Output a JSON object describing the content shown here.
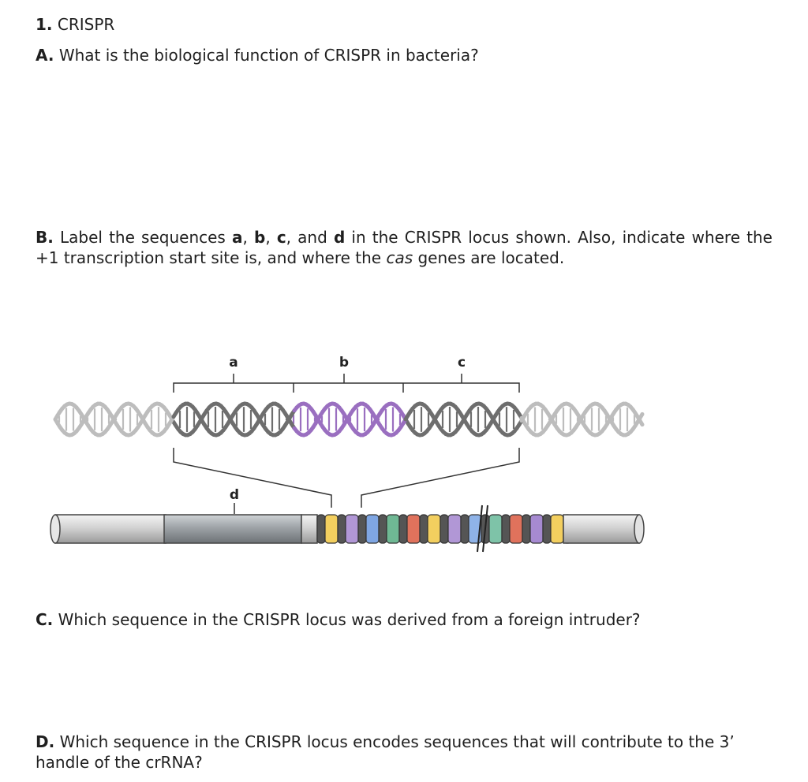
{
  "heading": {
    "number": "1.",
    "title": "CRISPR"
  },
  "part_a": {
    "letter": "A.",
    "text": "What is the biological function of CRISPR in bacteria?"
  },
  "part_b": {
    "letter": "B.",
    "text_1": "Label the sequences ",
    "label_a": "a",
    "sep_1": ", ",
    "label_b": "b",
    "sep_2": ", ",
    "label_c": "c",
    "sep_3": ", and ",
    "label_d": "d",
    "text_2": " in the CRISPR locus shown. Also, indicate where the +1 transcription start site is, and where the ",
    "cas": "cas",
    "text_3": " genes are located."
  },
  "figure": {
    "labels": {
      "a": "a",
      "b": "b",
      "c": "c",
      "d": "d"
    },
    "helix_color_light": "#bdbdbd",
    "helix_color_dark": "#6e6e6e",
    "helix_color_purple": "#9a6fc0",
    "spacer_colors": [
      "#f3cf5f",
      "#b197d6",
      "#7fa6e3",
      "#6fb894",
      "#e0725c",
      "#f3cf5f",
      "#b197d6",
      "#8fb3e8",
      "#7ec3a8",
      "#e0725c",
      "#a68ad1",
      "#f3cf5f"
    ]
  },
  "part_c": {
    "letter": "C.",
    "text": "Which sequence in the CRISPR locus was derived from a foreign intruder?"
  },
  "part_d": {
    "letter": "D.",
    "text": "Which sequence in the CRISPR locus encodes sequences that will contribute to the 3’ handle of the crRNA?"
  }
}
